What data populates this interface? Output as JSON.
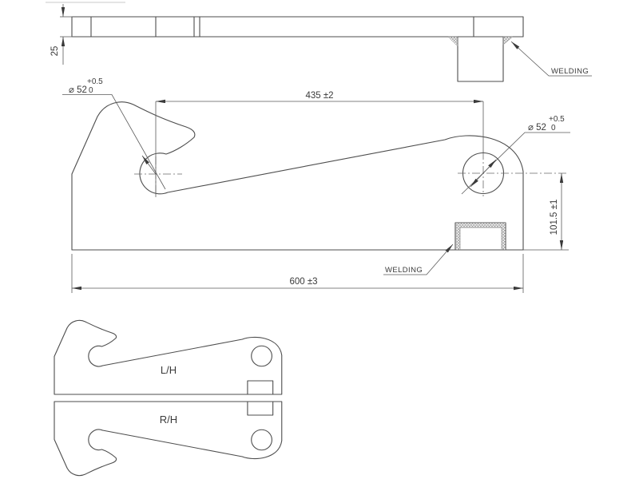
{
  "drawing": {
    "top_view": {
      "dim_thickness": "25",
      "welding_label": "WELDING"
    },
    "front_view": {
      "dim_hole_pitch": "435 ±2",
      "dim_overall_length": "600 ±3",
      "dim_hole_height": "101.5 ±1",
      "left_hole": {
        "dia": "⌀ 52",
        "tol_plus": "+0.5",
        "tol_minus": "0"
      },
      "right_hole": {
        "dia": "⌀ 52",
        "tol_plus": "+0.5",
        "tol_minus": "0"
      },
      "welding_label": "WELDING"
    },
    "detail_views": {
      "left_hand_label": "L/H",
      "right_hand_label": "R/H"
    },
    "colors": {
      "line": "#4d4d4d",
      "dimension_line": "#5a5a5a",
      "text": "#3a3a3a",
      "hatch": "#9a9a9a",
      "faint_line": "#c8c8c8",
      "background": "#ffffff"
    }
  }
}
